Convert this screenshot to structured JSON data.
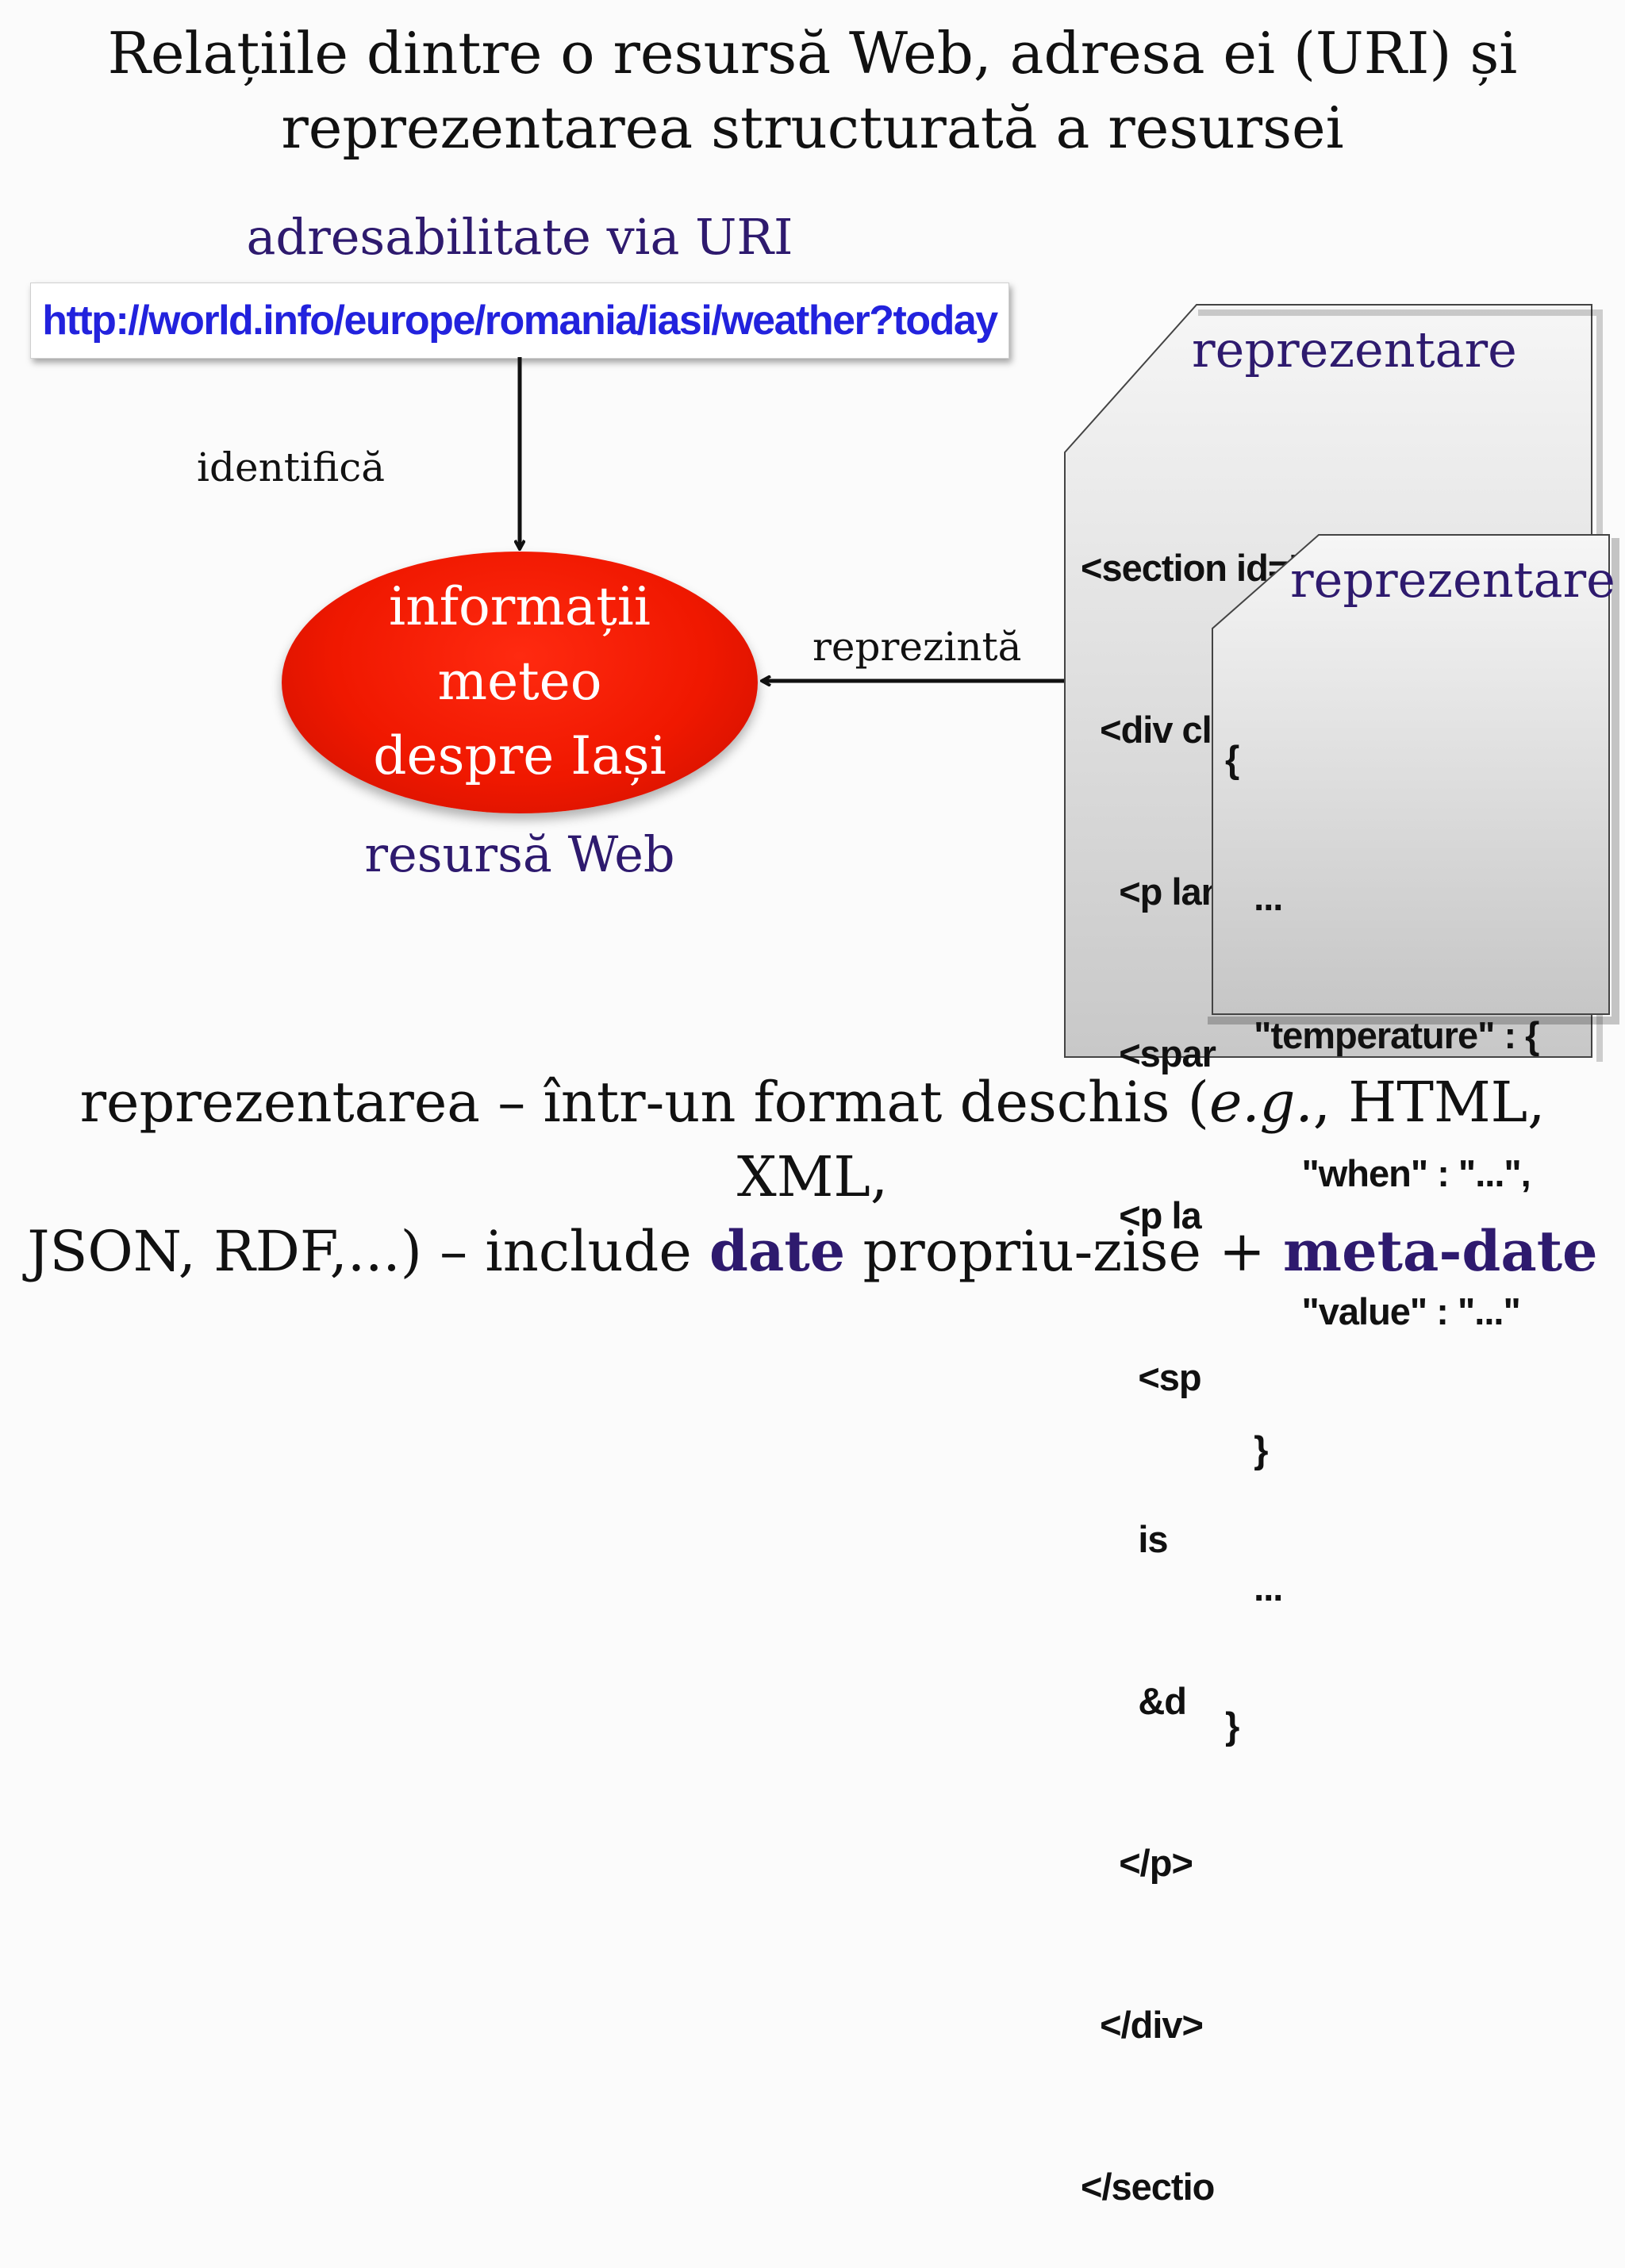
{
  "title": {
    "line1": "Relațiile dintre o resursă Web, adresa ei (URI) și",
    "line2": "reprezentarea structurată a resursei"
  },
  "uri_section": {
    "label": "adresabilitate via URI",
    "uri": "http://world.info/europe/romania/iasi/weather?today"
  },
  "edges": {
    "identifies": "identifică",
    "represents": "reprezintă"
  },
  "resource": {
    "line1": "informații",
    "line2": "meteo",
    "line3": "despre Iași",
    "label": "resursă Web"
  },
  "representation_html": {
    "title": "reprezentare",
    "lines": [
      "<section id=\"meteo\">",
      "  <div class=\"weather\">",
      "    <p lang=",
      "    <spar",
      "    <p la",
      "      <sp",
      "      is ",
      "      &d",
      "    </p>",
      "  </div>",
      "</sectio"
    ]
  },
  "representation_json": {
    "title": "reprezentare",
    "lines": [
      "{",
      "   ...",
      "   \"temperature\" : {",
      "        \"when\" : \"...\",",
      "        \"value\" : \"...\"",
      "   }",
      "   ...",
      "}"
    ]
  },
  "footer": {
    "line1_a": "reprezentarea – într-un format deschis (",
    "line1_em": "e.g.",
    "line1_b": ", HTML, XML,",
    "line2_a": "JSON, RDF,...) – include ",
    "line2_bold1": "date",
    "line2_b": " propriu-zise + ",
    "line2_bold2": "meta-date"
  }
}
